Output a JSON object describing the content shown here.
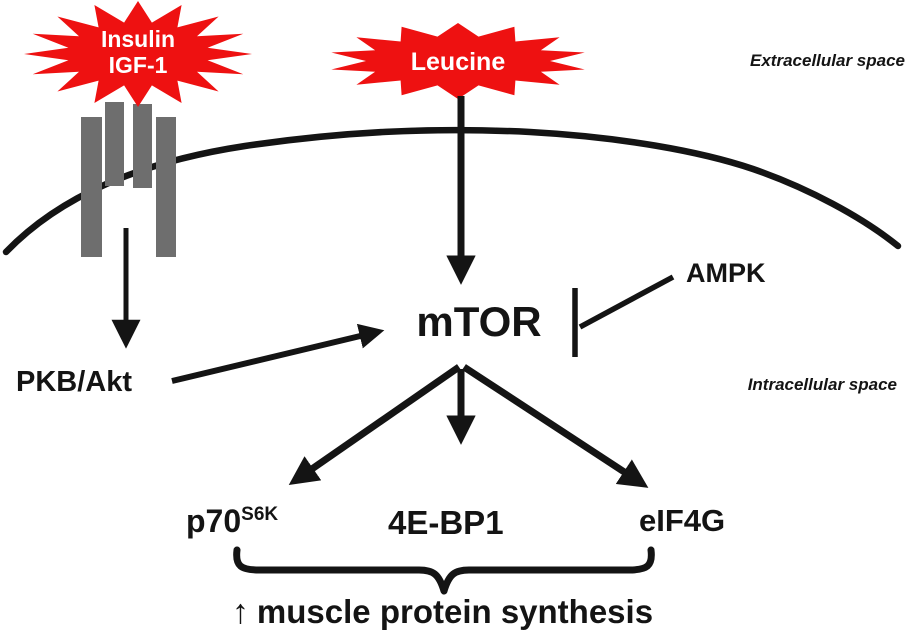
{
  "compartments": {
    "extracellular": "Extracellular space",
    "intracellular": "Intracellular space"
  },
  "stimuli": {
    "insulin": {
      "line1": "Insulin",
      "line2": "IGF-1"
    },
    "leucine": {
      "label": "Leucine"
    }
  },
  "nodes": {
    "pkb_akt": {
      "label": "PKB/Akt"
    },
    "mtor": {
      "label": "mTOR"
    },
    "ampk": {
      "label": "AMPK"
    },
    "p70s6k": {
      "base": "p70",
      "superscript": "S6K"
    },
    "ebp1": {
      "label": "4E-BP1"
    },
    "eif4g": {
      "label": "eIF4G"
    }
  },
  "outcome": {
    "arrow": "↑",
    "label": "muscle protein synthesis"
  },
  "colors": {
    "starburst_red": "#ee1111",
    "receptor_gray": "#6e6e6e",
    "line_black": "#141414",
    "text_white": "#ffffff",
    "background": "#ffffff"
  }
}
